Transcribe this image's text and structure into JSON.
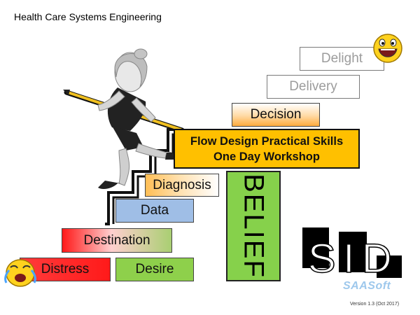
{
  "header": {
    "title": "Health Care Systems Engineering"
  },
  "steps": {
    "distress": "Distress",
    "desire": "Desire",
    "destination": "Destination",
    "data": "Data",
    "diagnosis": "Diagnosis",
    "decision": "Decision",
    "delivery": "Delivery",
    "delight": "Delight"
  },
  "workshop": {
    "line1": "Flow Design Practical Skills",
    "line2": "One Day Workshop"
  },
  "belief": "BELIEF",
  "logo": {
    "letters": "SID",
    "brand": "SAASoft"
  },
  "version": "Version 1.3  (Oct 2017)",
  "colors": {
    "distress": "#ff2020",
    "desire": "#8ed04b",
    "data": "#9fbee6",
    "workshop": "#ffc000",
    "belief": "#86d14b",
    "brand": "#9ec8ec"
  },
  "icons": [
    "crying-face-icon",
    "laughing-face-icon",
    "figure-climbing-stairs-icon"
  ]
}
